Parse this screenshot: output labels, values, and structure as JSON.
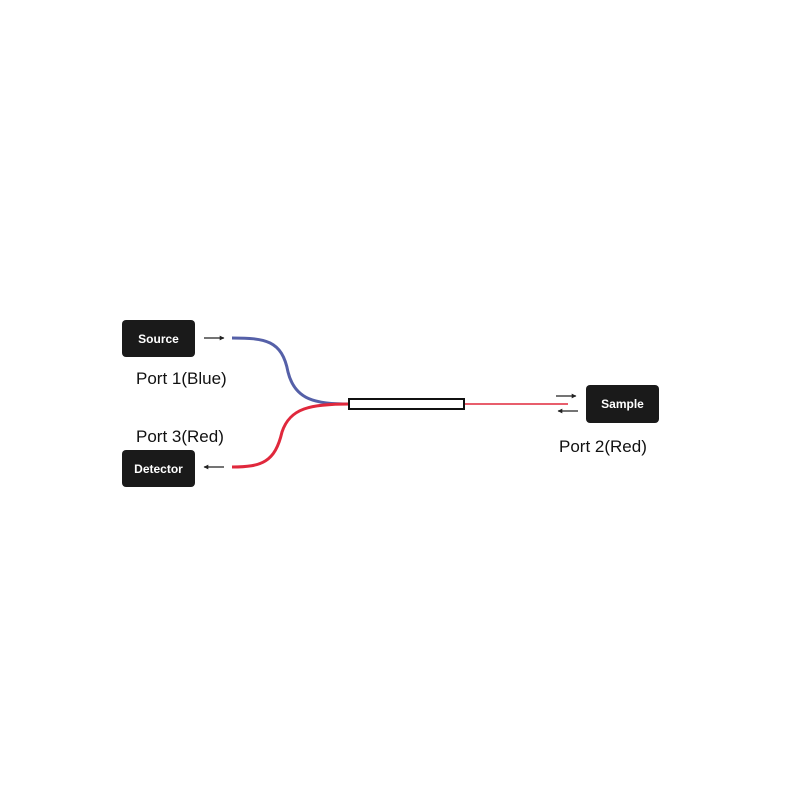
{
  "devices": {
    "source": "Source",
    "detector": "Detector",
    "sample": "Sample"
  },
  "ports": {
    "port1": "Port 1(Blue)",
    "port2": "Port 2(Red)",
    "port3": "Port 3(Red)"
  },
  "colors": {
    "device_box": "#1a1a1a",
    "blue_fiber": "#5560a8",
    "red_fiber": "#e0283c",
    "coupler_outline": "#111111",
    "arrow": "#222222"
  },
  "icons": {
    "source_arrow": "arrow-right-icon",
    "detector_arrow": "arrow-left-icon",
    "sample_in_arrow": "arrow-right-icon",
    "sample_out_arrow": "arrow-left-icon"
  }
}
